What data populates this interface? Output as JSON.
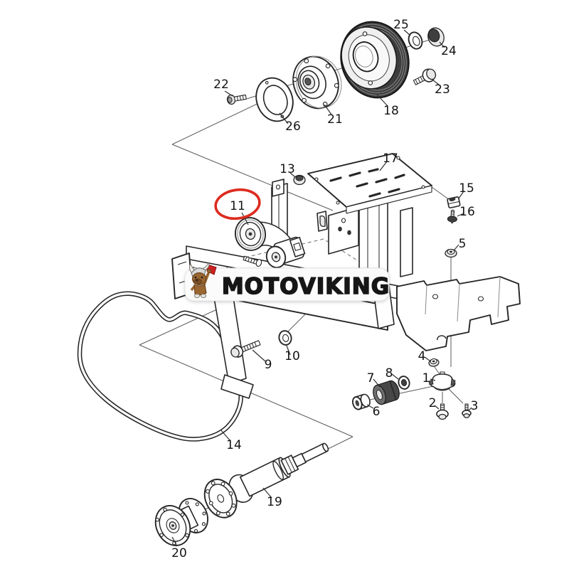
{
  "watermark": {
    "brand": "MOTOVIKING",
    "mascot": "viking-dog-with-axe"
  },
  "highlight": {
    "circled_part": "11",
    "color": "#dd2b1f"
  },
  "colors": {
    "background": "#ffffff",
    "line": "#262626",
    "highlight_red": "#dd2b1f",
    "dark_shade": "#474747",
    "light_shade": "#e8e8e8"
  },
  "parts": {
    "p1": {
      "label": "1"
    },
    "p2": {
      "label": "2"
    },
    "p3": {
      "label": "3"
    },
    "p4": {
      "label": "4"
    },
    "p5": {
      "label": "5"
    },
    "p6": {
      "label": "6"
    },
    "p7": {
      "label": "7"
    },
    "p8": {
      "label": "8"
    },
    "p9": {
      "label": "9"
    },
    "p10": {
      "label": "10"
    },
    "p11": {
      "label": "11"
    },
    "p13": {
      "label": "13"
    },
    "p14": {
      "label": "14"
    },
    "p15": {
      "label": "15"
    },
    "p16": {
      "label": "16"
    },
    "p17": {
      "label": "17"
    },
    "p18": {
      "label": "18"
    },
    "p19": {
      "label": "19"
    },
    "p20": {
      "label": "20"
    },
    "p21": {
      "label": "21"
    },
    "p22": {
      "label": "22"
    },
    "p23": {
      "label": "23"
    },
    "p24": {
      "label": "24"
    },
    "p25": {
      "label": "25"
    },
    "p26": {
      "label": "26"
    }
  }
}
